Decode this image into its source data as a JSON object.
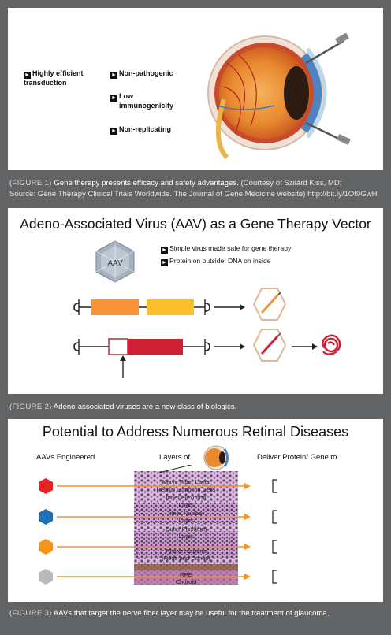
{
  "figure1": {
    "bullets": [
      {
        "line1": "Highly efficient",
        "line2": "transduction"
      },
      {
        "line1": "Non-pathogenic",
        "line2": ""
      },
      {
        "line1": "Low",
        "line2": "immunogenicity"
      },
      {
        "line1": "Non-replicating",
        "line2": ""
      }
    ],
    "caption": {
      "label": "(FIGURE 1)",
      "text": "Gene therapy presents efficacy and safety advantages.",
      "courtesy": "(Courtesy of Szilárd Kiss, MD;",
      "source": "Source: Gene Therapy Clinical Trials Worldwide. The Journal of Gene Medicine website) http://bit.ly/1Ot9GwH"
    }
  },
  "figure2": {
    "title": "Adeno-Associated Virus (AAV) as a Gene Therapy Vector",
    "virus_label": "AAV",
    "bullets": [
      "Simple virus made safe for gene therapy",
      "Protein on outside, DNA on inside"
    ],
    "caption": {
      "label": "(FIGURE 2)",
      "text": "Adeno-associated viruses are a new class of biologics."
    },
    "colors": {
      "orange": "#f7943a",
      "yellow": "#fbbf2e",
      "red": "#cf1f34"
    }
  },
  "figure3": {
    "title": "Potential to Address Numerous Retinal Diseases",
    "col1": "AAVs Engineered",
    "col2": "Layers of",
    "col3": "Deliver Protein/ Gene to",
    "layers": [
      {
        "line1": "Nerve Fiber Layer",
        "line2": ""
      },
      {
        "line1": "Retinal Ganglion Cells",
        "line2": ""
      },
      {
        "line1": "Inner Plexiform",
        "line2": "Layer"
      },
      {
        "line1": "Inner Nuclear",
        "line2": "Layer"
      },
      {
        "line1": "Outer Plexiform",
        "line2": "Layer"
      },
      {
        "line1": "Photoreceptors",
        "line2": "(Rods and Cones)"
      },
      {
        "line1": "RPE",
        "line2": ""
      },
      {
        "line1": "Choroid",
        "line2": ""
      }
    ],
    "virus_colors": [
      "#e42524",
      "#1f6fb5",
      "#f7941d",
      "#b9b9b9"
    ],
    "caption": {
      "label": "(FIGURE 3)",
      "text": "AAVs that target the nerve fiber layer may be useful for the treatment of glaucoma,"
    }
  }
}
